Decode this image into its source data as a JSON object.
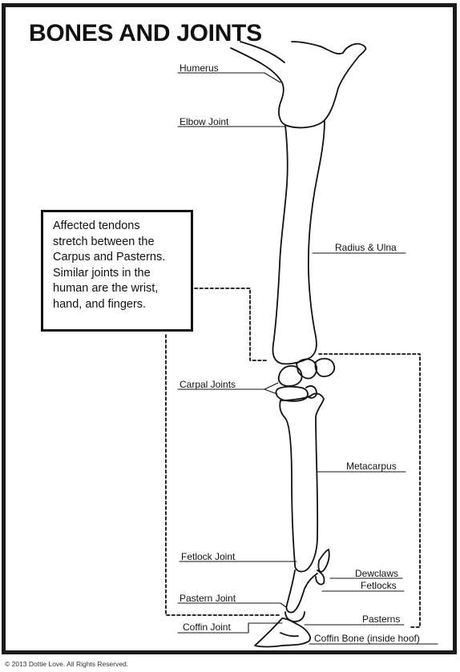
{
  "title": "BONES AND JOINTS",
  "labels": {
    "humerus": "Humerus",
    "elbow_joint": "Elbow Joint",
    "radius_ulna": "Radius & Ulna",
    "carpal_joints": "Carpal Joints",
    "metacarpus": "Metacarpus",
    "fetlock_joint": "Fetlock Joint",
    "dewclaws": "Dewclaws",
    "fetlocks": "Fetlocks",
    "pastern_joint": "Pastern Joint",
    "pasterns": "Pasterns",
    "coffin_joint": "Coffin  Joint",
    "coffin_bone": "Coffin Bone (inside hoof)"
  },
  "info_box": {
    "lines": [
      "Affected tendons",
      "stretch between the",
      "Carpus and Pasterns.",
      "Similar joints in the",
      "human are the wrist,",
      "hand, and fingers."
    ]
  },
  "copyright": "© 2013 Dottie Love. All Rights Reserved."
}
